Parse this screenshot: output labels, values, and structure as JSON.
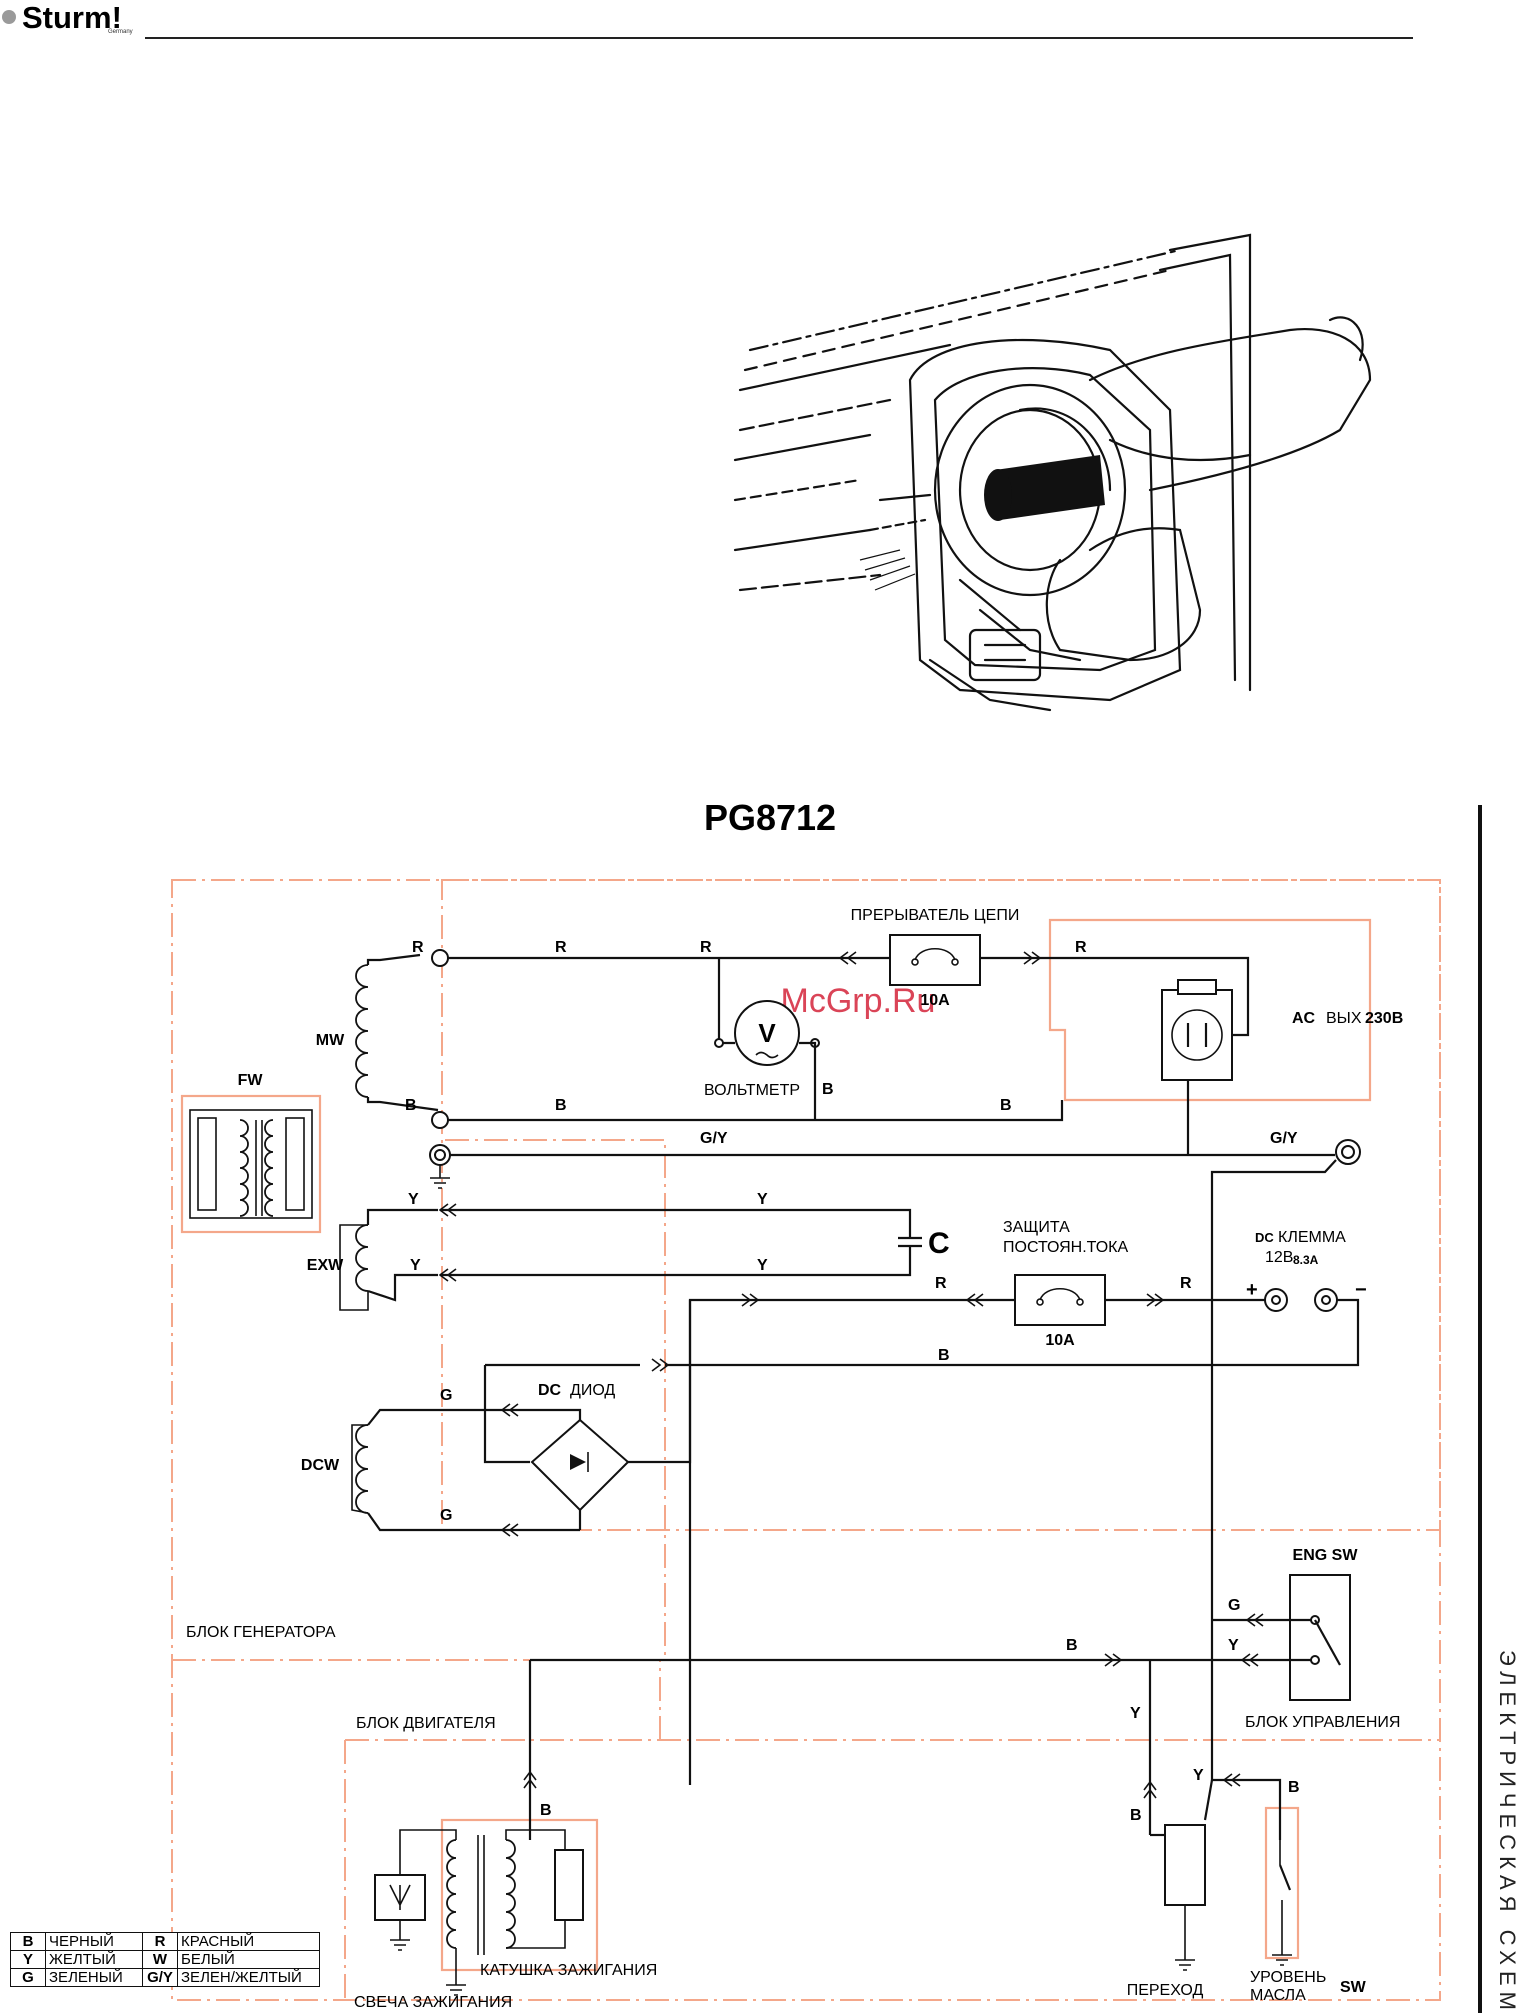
{
  "header": {
    "brand": "Sturm!",
    "brand_sub": "Germany"
  },
  "diagram": {
    "title": "PG8712",
    "side_title": "ЭЛЕКТРИЧЕСКАЯ СХЕМА",
    "watermark": "McGrp.Ru",
    "labels": {
      "breaker": "ПРЕРЫВАТЕЛЬ ЦЕПИ",
      "breaker_rating": "10A",
      "ac_out_ac": "AC",
      "ac_out_text": "ВЫХ",
      "ac_out_voltage": "230В",
      "voltmeter": "ВОЛЬТМЕТР",
      "voltmeter_symbol": "V",
      "mw": "MW",
      "fw": "FW",
      "exw": "EXW",
      "dcw": "DCW",
      "capacitor": "C",
      "dc_protection_1": "ЗАЩИТА",
      "dc_protection_2": "ПОСТОЯН.ТОКА",
      "dc_rating": "10A",
      "dc_terminal_dc": "DC",
      "dc_terminal_text": "КЛЕММА",
      "dc_terminal_volt": "12В",
      "dc_terminal_amp": "8.3A",
      "plus": "+",
      "minus": "−",
      "dc_diode_dc": "DC",
      "dc_diode_text": "ДИОД",
      "generator_block": "БЛОК ГЕНЕРАТОРА",
      "engine_block": "БЛОК ДВИГАТЕЛЯ",
      "eng_sw": "ENG SW",
      "control_block": "БЛОК УПРАВЛЕНИЯ",
      "ignition_coil": "КАТУШКА ЗАЖИГАНИЯ",
      "spark_plug": "СВЕЧА ЗАЖИГАНИЯ",
      "transition": "ПЕРЕХОД",
      "oil_level_1": "УРОВЕНЬ",
      "oil_level_2": "МАСЛА",
      "sw": "SW"
    },
    "wires": {
      "r": "R",
      "b": "B",
      "gy": "G/Y",
      "y": "Y",
      "g": "G"
    }
  },
  "legend": [
    [
      "B",
      "ЧЕРНЫЙ",
      "R",
      "КРАСНЫЙ"
    ],
    [
      "Y",
      "ЖЕЛТЫЙ",
      "W",
      "БЕЛЫЙ"
    ],
    [
      "G",
      "ЗЕЛЕНЫЙ",
      "G/Y",
      "ЗЕЛЕН/ЖЕЛТЫЙ"
    ]
  ],
  "colors": {
    "frame": "#f4a78a",
    "watermark": "#d4243a",
    "brand_dot": "#9a9a9a"
  }
}
